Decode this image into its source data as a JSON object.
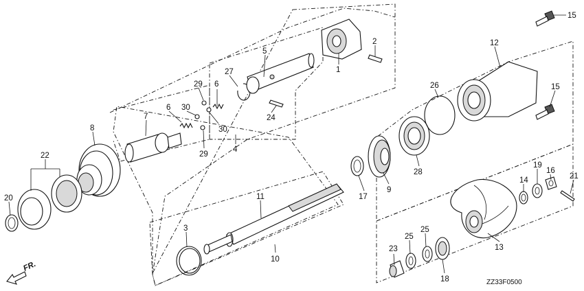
{
  "callouts": {
    "c1": "1",
    "c2": "2",
    "c3": "3",
    "c4": "4",
    "c5": "5",
    "c6a": "6",
    "c6b": "6",
    "c7": "7",
    "c8": "8",
    "c9": "9",
    "c10": "10",
    "c11": "11",
    "c12": "12",
    "c13": "13",
    "c14": "14",
    "c15a": "15",
    "c15b": "15",
    "c16": "16",
    "c17": "17",
    "c18": "18",
    "c19": "19",
    "c20": "20",
    "c21": "21",
    "c22": "22",
    "c23": "23",
    "c24": "24",
    "c25a": "25",
    "c25b": "25",
    "c26": "26",
    "c27": "27",
    "c28": "28",
    "c29a": "29",
    "c29b": "29",
    "c30a": "30",
    "c30b": "30"
  },
  "front_indicator": "FR.",
  "drawing_code": "ZZ33F0500"
}
